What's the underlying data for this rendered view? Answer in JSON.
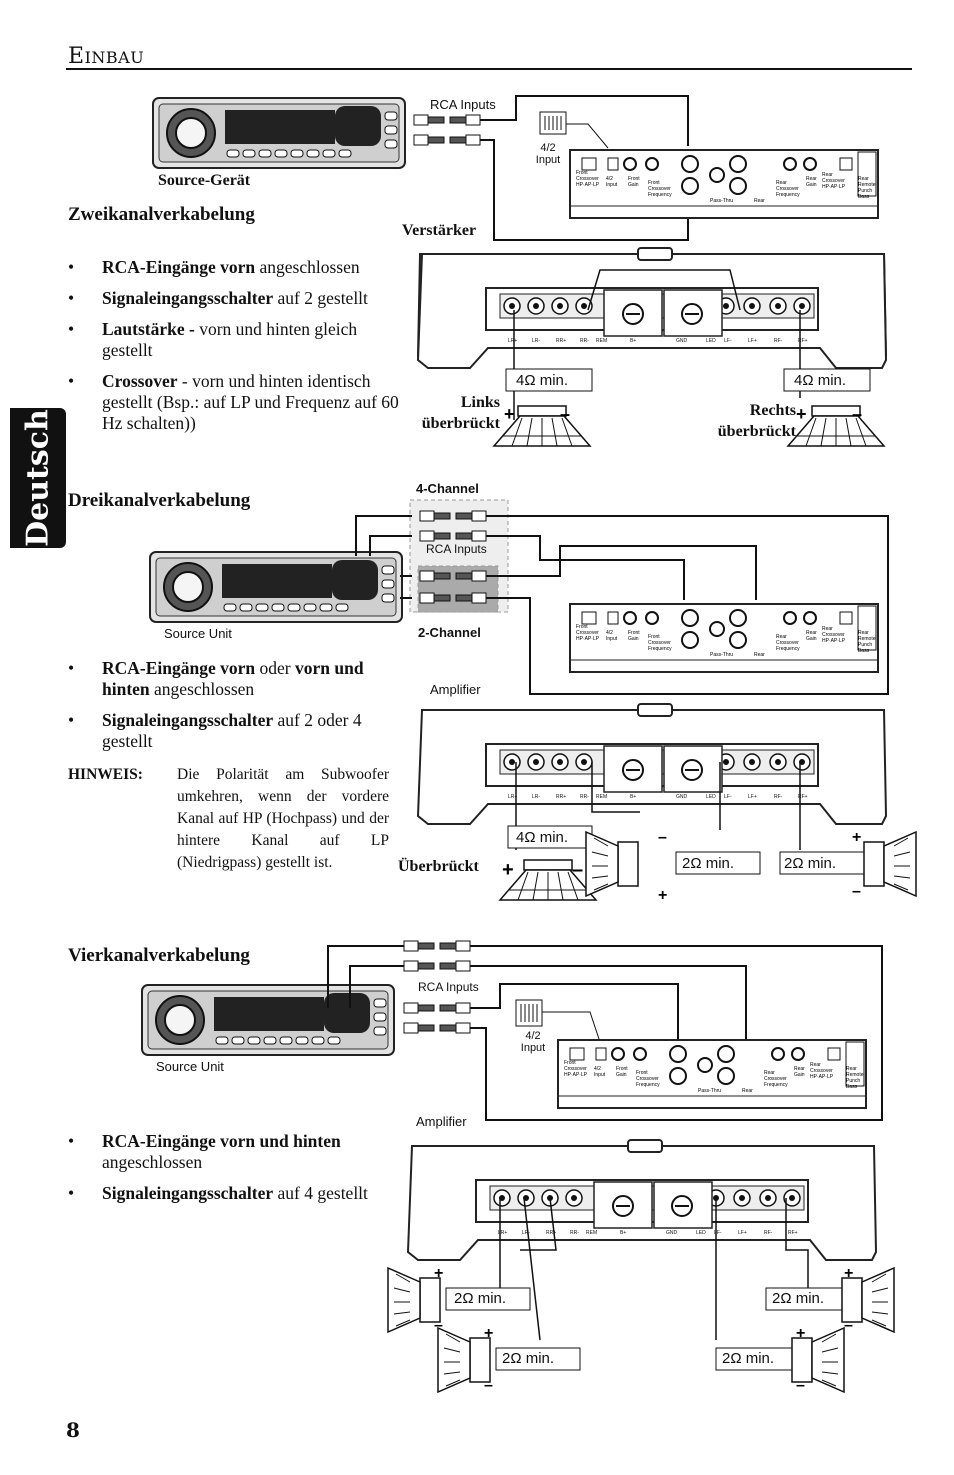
{
  "header": {
    "first_letter": "E",
    "rest": "INBAU"
  },
  "side_tab": "Deutsch",
  "page_number": "8",
  "section1": {
    "title": "Zweikanalverkabelung",
    "bullets": [
      {
        "bold": "RCA-Eingänge vorn",
        "text": " angeschlossen"
      },
      {
        "bold": "Signaleingangsschalter",
        "text": " auf 2 gestellt"
      },
      {
        "bold": "Lautstärke -",
        "text": " vorn und hinten gleich gestellt"
      },
      {
        "bold": "Crossover",
        "text": " - vorn und hinten identisch gestellt (Bsp.: auf LP und Frequenz auf 60 Hz schalten))"
      }
    ],
    "diagram": {
      "rca_inputs": "RCA Inputs",
      "source": "Source-Gerät",
      "input_sw": "4/2 Input",
      "amp": "Verstärker",
      "min_left": "4Ω min.",
      "min_right": "4Ω min.",
      "links": "Links überbrückt",
      "rechts": "Rechts überbrückt"
    }
  },
  "section2": {
    "title": "Dreikanalverkabelung",
    "bullets": [
      {
        "bold": "RCA-Eingänge vorn",
        "text": " oder ",
        "bold2": "vorn und hinten",
        "text2": " angeschlossen"
      },
      {
        "bold": "Signaleingangsschalter",
        "text": " auf 2 oder 4 gestellt"
      }
    ],
    "note_label": "HINWEIS",
    "note_text": "Die Polarität am Subwoofer umkehren, wenn der vordere Kanal auf HP (Hochpass) und der hintere Kanal auf LP (Niedrigpass) gestellt ist.",
    "diagram": {
      "four_ch": "4-Channel",
      "two_ch": "2-Channel",
      "rca_inputs": "RCA Inputs",
      "source": "Source Unit",
      "amp": "Amplifier",
      "min_sub": "4Ω min.",
      "min_a": "2Ω min.",
      "min_b": "2Ω min.",
      "bridged": "Überbrückt"
    }
  },
  "section3": {
    "title": "Vierkanalverkabelung",
    "bullets": [
      {
        "bold": "RCA-Eingänge vorn und hinten",
        "text": " angeschlossen"
      },
      {
        "bold": "Signaleingangsschalter",
        "text": " auf 4 gestellt"
      }
    ],
    "diagram": {
      "rca_inputs": "RCA Inputs",
      "source": "Source Unit",
      "input_sw": "4/2 Input",
      "amp": "Amplifier",
      "min1": "2Ω min.",
      "min2": "2Ω min.",
      "min3": "2Ω min.",
      "min4": "2Ω min."
    }
  },
  "amp_labels": {
    "terminals": [
      "LR+",
      "LR-",
      "RR+",
      "RR-",
      "REM",
      "B+",
      "GND",
      "LED",
      "LF-",
      "LF+",
      "RF-",
      "RF+"
    ],
    "panel": [
      "Front Crossover HP·AP·LP",
      "4/2 Input",
      "Front Gain",
      "Front Crossover Frequency",
      "Pass-Thru",
      "Rear",
      "Rear Crossover Frequency",
      "Rear Gain",
      "Rear Crossover HP·AP·LP",
      "Rear Remote Punch Bass"
    ]
  }
}
